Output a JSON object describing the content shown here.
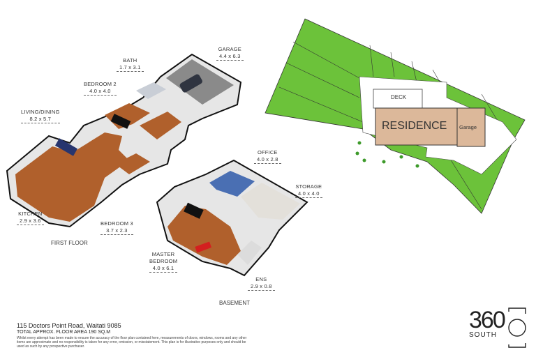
{
  "rooms": {
    "living": {
      "name": "LIVING/DINING",
      "dim": "8.2 x 5.7"
    },
    "bedroom2": {
      "name": "BEDROOM 2",
      "dim": "4.0 x 4.0"
    },
    "bath": {
      "name": "BATH",
      "dim": "1.7 x 3.1"
    },
    "garage": {
      "name": "GARAGE",
      "dim": "4.4 x 6.3"
    },
    "kitchen": {
      "name": "KITCHEN",
      "dim": "2.9 x 3.6"
    },
    "bedroom3": {
      "name": "BEDROOM 3",
      "dim": "3.7 x 2.3"
    },
    "office": {
      "name": "OFFICE",
      "dim": "4.0 x 2.8"
    },
    "storage": {
      "name": "STORAGE",
      "dim": "4.0 x 4.0"
    },
    "master": {
      "name": "MASTER BEDROOM",
      "dim": "4.0 x 6.1"
    },
    "ens": {
      "name": "ENS",
      "dim": "2.9 x 0.8"
    }
  },
  "floors": {
    "first": "FIRST FLOOR",
    "basement": "BASEMENT"
  },
  "site": {
    "deck": "DECK",
    "residence": "RESIDENCE",
    "garage": "Garage"
  },
  "footer": {
    "address": "115 Doctors Point Road, Waitati 9085",
    "area": "TOTAL APPROX. FLOOR AREA 190 SQ.M",
    "disclaimer": "Whilst every attempt has been made to ensure the accuracy of the floor plan contained here, measurements of doors, windows, rooms and any other items are approximate and no responsibility is taken for any error, omission, or misstatement. This plan is for illustrative purposes only and should be used as such by any prospective purchaser."
  },
  "logo": {
    "number": "360",
    "text": "SOUTH"
  },
  "colors": {
    "wood": "#b0602c",
    "grass": "#6cc23a",
    "residence": "#dcb89a",
    "garage_floor": "#8a8a8a",
    "office_floor": "#4a6fb3"
  }
}
